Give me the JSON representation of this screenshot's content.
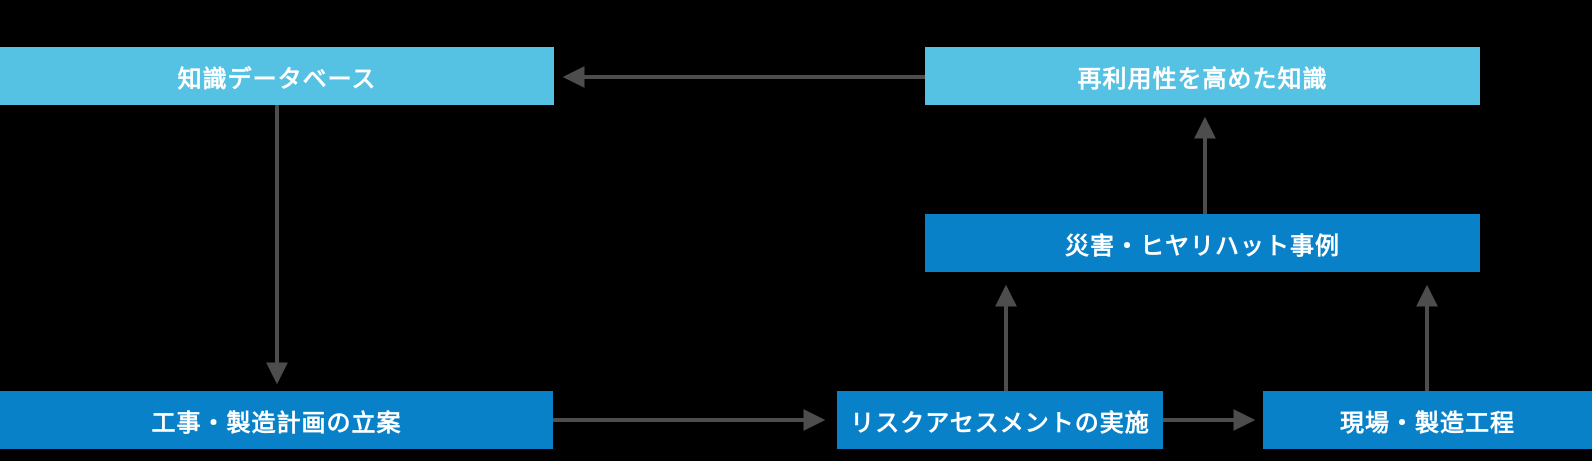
{
  "colors": {
    "background": "#000000",
    "light_blue": "#55C1E3",
    "dark_blue": "#0881C9",
    "arrow_gray": "#4D4D4D",
    "label_text": "#FFFFFF"
  },
  "nodes": [
    {
      "id": "knowledge-db",
      "label": "知識データベース",
      "variant": "light"
    },
    {
      "id": "reusable-knowledge",
      "label": "再利用性を高めた知識",
      "variant": "light"
    },
    {
      "id": "incident-cases",
      "label": "災害・ヒヤリハット事例",
      "variant": "dark"
    },
    {
      "id": "construction-planning",
      "label": "工事・製造計画の立案",
      "variant": "dark"
    },
    {
      "id": "risk-assessment",
      "label": "リスクアセスメントの実施",
      "variant": "dark"
    },
    {
      "id": "site-process",
      "label": "現場・製造工程",
      "variant": "dark"
    }
  ],
  "edges": [
    {
      "from": "reusable-knowledge",
      "to": "knowledge-db",
      "direction": "left"
    },
    {
      "from": "knowledge-db",
      "to": "construction-planning",
      "direction": "down"
    },
    {
      "from": "construction-planning",
      "to": "risk-assessment",
      "direction": "right"
    },
    {
      "from": "risk-assessment",
      "to": "incident-cases",
      "direction": "up"
    },
    {
      "from": "incident-cases",
      "to": "reusable-knowledge",
      "direction": "up"
    },
    {
      "from": "risk-assessment",
      "to": "site-process",
      "direction": "right"
    },
    {
      "from": "site-process",
      "to": "incident-cases",
      "direction": "up"
    }
  ]
}
